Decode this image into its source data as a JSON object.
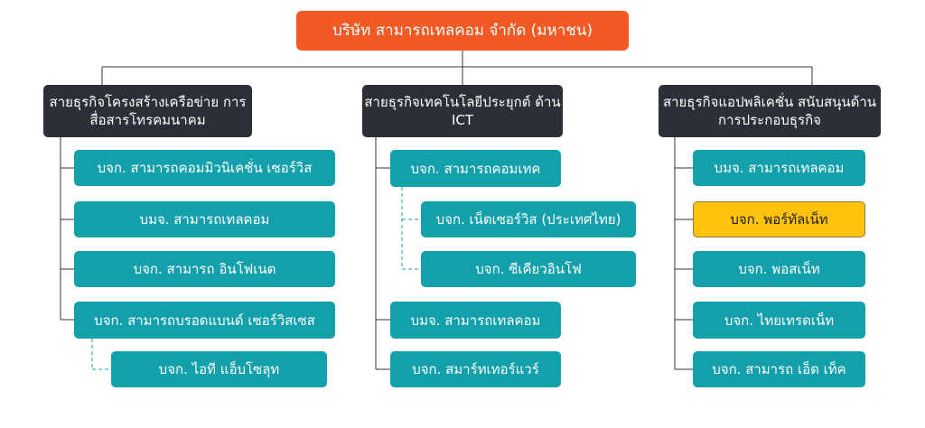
{
  "root": {
    "label": "บริษัท สามารถเทลคอม จำกัด (มหาชน)"
  },
  "divisions": [
    {
      "label": "สายธุรกิจโครงสร้างเครือข่าย การสื่อสารโทรคมนาคม",
      "items": [
        "บจก. สามารถคอมมิวนิเคชั่น เซอร์วิส",
        "บมจ. สามารถเทลคอม",
        "บจก. สามารถ อินโฟเนต",
        "บจก. สามารถบรอดแบนด์ เซอร์วิสเซส",
        "บจก. ไอที แอ็บโซลุท"
      ]
    },
    {
      "label": "สายธุรกิจเทคโนโลยีประยุกต์ ด้าน ICT",
      "items": [
        "บจก. สามารถคอมเทค",
        "บจก. เน็ตเซอร์วิส (ประเทศไทย)",
        "บจก. ซีเคียวอินโฟ",
        "บมจ. สามารถเทลคอม",
        "บจก. สมาร์ทเทอร์แวร์"
      ]
    },
    {
      "label": "สายธุรกิจแอปพลิเคชั่น สนับสนุนด้านการประกอบธุรกิจ",
      "items": [
        "บมจ. สามารถเทลคอม",
        "บจก. พอร์ทัลเน็ท",
        "บจก. พอสเน็ท",
        "บจก. ไทยเทรดเน็ท",
        "บจก. สามารถ เอ็ด เท็ค"
      ]
    }
  ],
  "colors": {
    "root": "#f15a24",
    "division": "#2b2f36",
    "company": "#13a0ab",
    "highlight": "#ffc20e",
    "line": "#333333",
    "dashed_line": "#13a0ab"
  }
}
